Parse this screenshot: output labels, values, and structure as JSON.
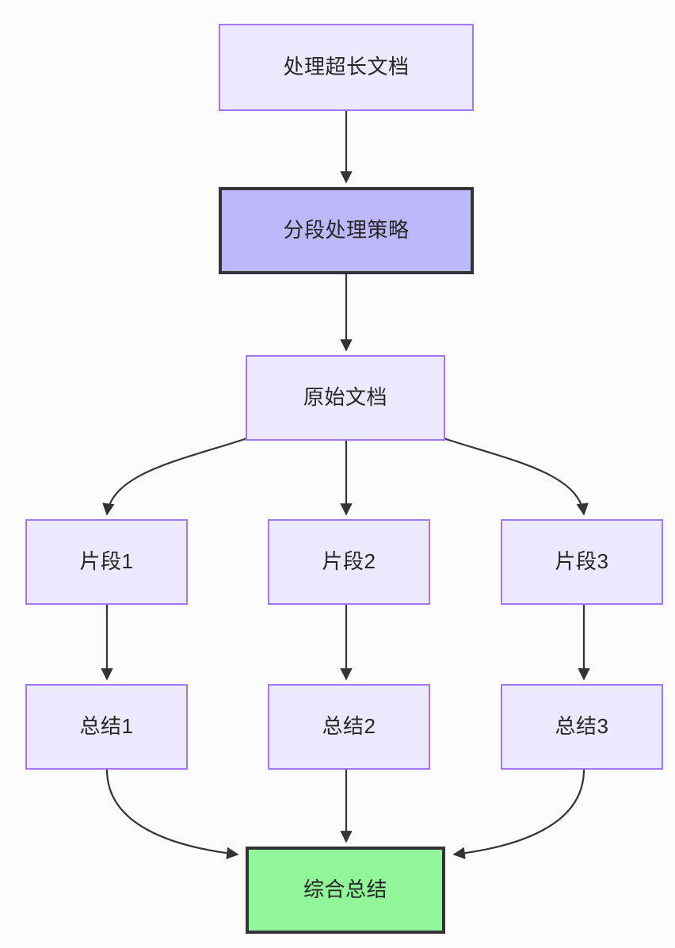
{
  "diagram": {
    "type": "flowchart",
    "direction": "top-to-bottom",
    "background_color": "#fcfcfd",
    "nodes": [
      {
        "id": "doc",
        "label": "处理超长文档",
        "style": "plain",
        "fill": "#ece8fd",
        "border": "#a277f2"
      },
      {
        "id": "strategy",
        "label": "分段处理策略",
        "style": "highlight",
        "fill": "#bdb8fa",
        "border": "#333338"
      },
      {
        "id": "source",
        "label": "原始文档",
        "style": "plain",
        "fill": "#ece8fd",
        "border": "#a277f2"
      },
      {
        "id": "seg1",
        "label": "片段1",
        "style": "plain",
        "fill": "#ece8fd",
        "border": "#a277f2"
      },
      {
        "id": "seg2",
        "label": "片段2",
        "style": "plain",
        "fill": "#ece8fd",
        "border": "#a277f2"
      },
      {
        "id": "seg3",
        "label": "片段3",
        "style": "plain",
        "fill": "#ece8fd",
        "border": "#a277f2"
      },
      {
        "id": "sum1",
        "label": "总结1",
        "style": "plain",
        "fill": "#ece8fd",
        "border": "#a277f2"
      },
      {
        "id": "sum2",
        "label": "总结2",
        "style": "plain",
        "fill": "#ece8fd",
        "border": "#a277f2"
      },
      {
        "id": "sum3",
        "label": "总结3",
        "style": "plain",
        "fill": "#ece8fd",
        "border": "#a277f2"
      },
      {
        "id": "final",
        "label": "综合总结",
        "style": "result",
        "fill": "#91f59a",
        "border": "#333338"
      }
    ],
    "edges": [
      {
        "from": "doc",
        "to": "strategy",
        "shape": "straight"
      },
      {
        "from": "strategy",
        "to": "source",
        "shape": "straight"
      },
      {
        "from": "source",
        "to": "seg1",
        "shape": "curved"
      },
      {
        "from": "source",
        "to": "seg2",
        "shape": "straight"
      },
      {
        "from": "source",
        "to": "seg3",
        "shape": "curved"
      },
      {
        "from": "seg1",
        "to": "sum1",
        "shape": "straight"
      },
      {
        "from": "seg2",
        "to": "sum2",
        "shape": "straight"
      },
      {
        "from": "seg3",
        "to": "sum3",
        "shape": "straight"
      },
      {
        "from": "sum1",
        "to": "final",
        "shape": "curved"
      },
      {
        "from": "sum2",
        "to": "final",
        "shape": "straight"
      },
      {
        "from": "sum3",
        "to": "final",
        "shape": "curved"
      }
    ]
  }
}
